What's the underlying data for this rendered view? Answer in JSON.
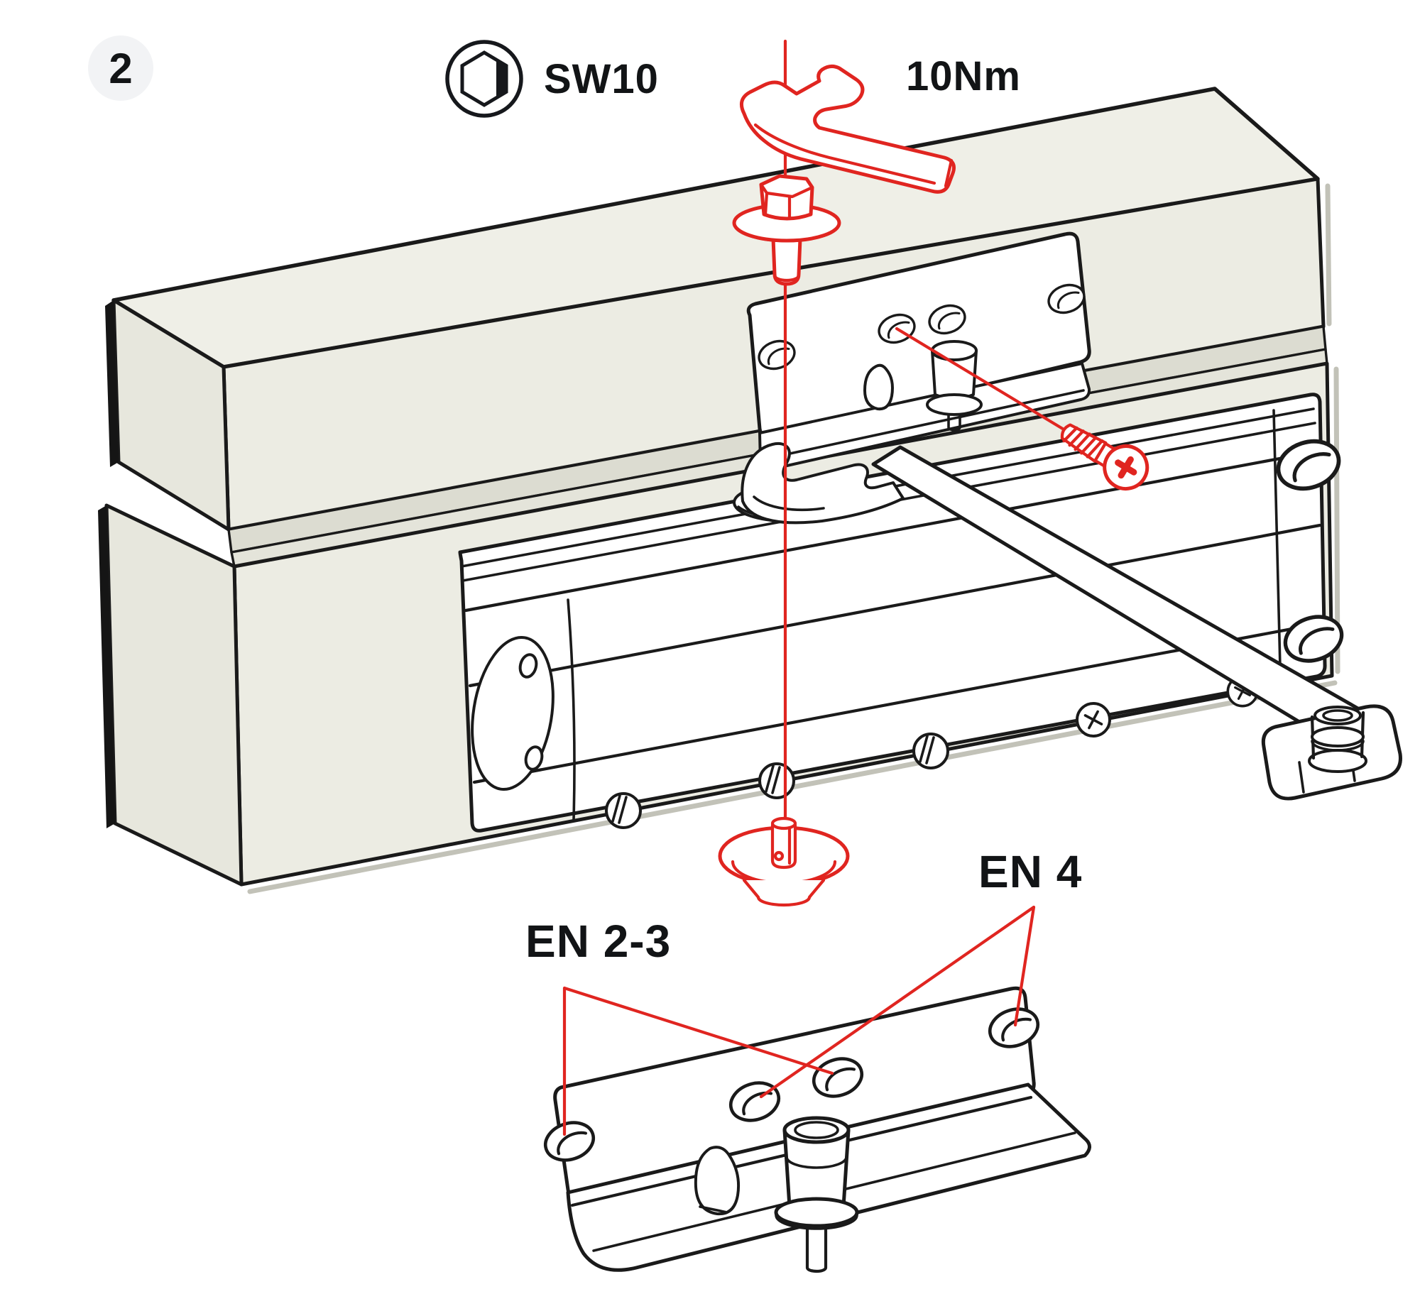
{
  "step": {
    "number": "2"
  },
  "tools": {
    "socket_label": "SW10",
    "torque_label": "10Nm"
  },
  "callouts": {
    "low_power_label": "EN 2-3",
    "high_power_label": "EN 4"
  },
  "icons": {
    "hex_socket": "hex-socket-icon",
    "wrench": "open-end-wrench-icon",
    "flange_bolt": "flange-hex-bolt-icon",
    "phillips_screw": "phillips-screw-icon",
    "finishing_cap": "spindle-cover-cap-icon"
  },
  "colors": {
    "accent_red": "#E02520",
    "ink": "#1A1A1A",
    "paper": "#FFFFFF",
    "wood_top": "#EFEFE7",
    "wood_front": "#ECECE3",
    "wood_end": "#E7E7DD",
    "wood_gap": "#DCDCD1",
    "wood_gap2": "#E4E4DA",
    "badge_bg": "#F2F3F5",
    "shadow": "#C2C2B8"
  }
}
